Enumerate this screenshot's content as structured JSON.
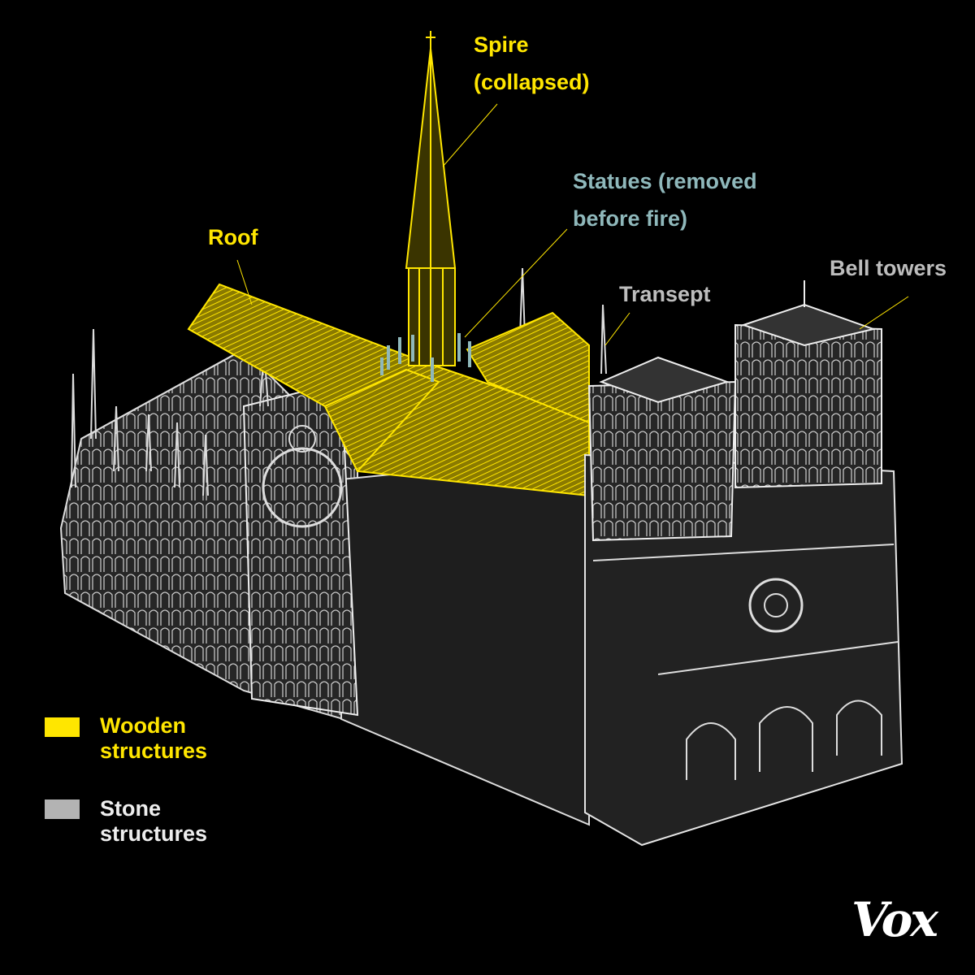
{
  "labels": {
    "spire": [
      "Spire",
      "(collapsed)"
    ],
    "statues": [
      "Statues (removed",
      "before fire)"
    ],
    "roof": "Roof",
    "transept": "Transept",
    "bell_towers": "Bell towers"
  },
  "legend": [
    {
      "label": [
        "Wooden",
        "structures"
      ],
      "color": "#ffe600"
    },
    {
      "label": [
        "Stone",
        "structures"
      ],
      "color": "#b3b3b3"
    }
  ],
  "logo": "Vox",
  "colors": {
    "wood": "#ffe600",
    "stone": "#b3b3b3",
    "statues": "#8fb8bb",
    "background": "#000000"
  }
}
